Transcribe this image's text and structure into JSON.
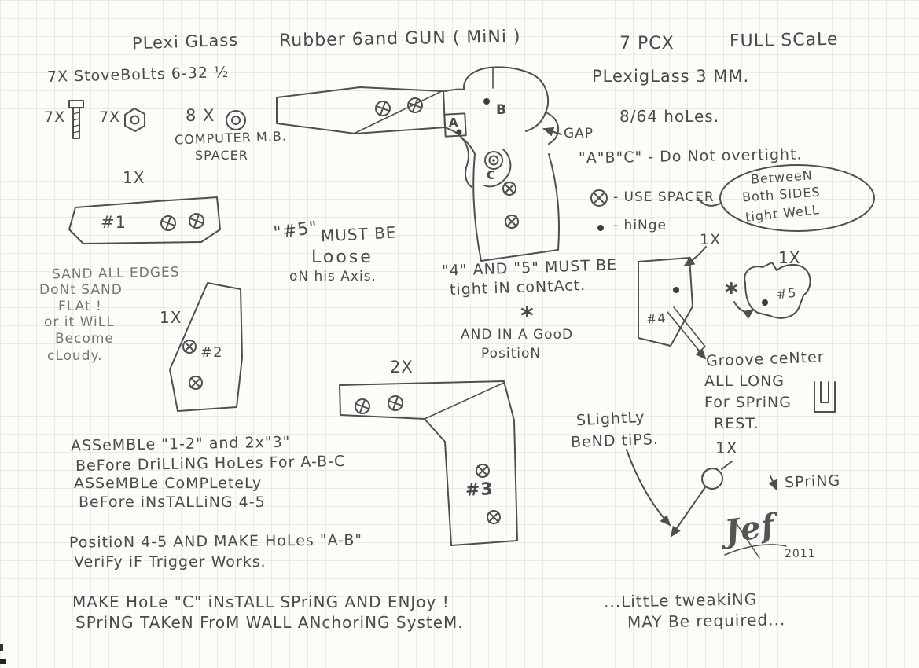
{
  "header": {
    "material": "PLexi GLass",
    "title": "Rubber 6and GUN ( MiNi )",
    "count": "7 PCX",
    "scale": "FULL SCaLe"
  },
  "parts_list": {
    "stove_bolts": "7X StoveBoLts 6-32 ½",
    "bolt_qty": "7X",
    "nut_qty": "7X",
    "spacer_qty": "8 X",
    "spacer_name_line1": "COMPUTER M.B.",
    "spacer_name_line2": "SPACER"
  },
  "specs": {
    "plexiglass": "PLexigLass  3 MM.",
    "holes": "8/64  hoLes.",
    "overtight": "\"A\"B\"C\" - Do Not overtight.",
    "spacer_legend": "- USE SPACER",
    "hinge_legend": "- hiNge",
    "cloud_line1": "BetweeN",
    "cloud_line2": "Both SIDES",
    "cloud_line3": "tight WeLL"
  },
  "piece1": {
    "qty": "1X",
    "label": "#1"
  },
  "piece2": {
    "qty": "1X",
    "label": "#2"
  },
  "piece3": {
    "qty": "2X",
    "label": "#3"
  },
  "piece4": {
    "qty": "1X",
    "label": "#4",
    "star": "*"
  },
  "piece5": {
    "qty": "1X",
    "label": "#5"
  },
  "gun": {
    "label_a": "A",
    "label_b": "B",
    "label_c": "C",
    "gap": "GAP"
  },
  "sand_note": {
    "line1": "SAND ALL EDGES",
    "line2": "DoNt SAND",
    "line3": "FLAt !",
    "line4": "or it WiLL",
    "line5": "Become",
    "line6": "cLoudy."
  },
  "loose_note": {
    "part": "\"#5\"",
    "line1": "MUST  BE",
    "line2": "Loose",
    "line3": "oN his Axis."
  },
  "tight_note": {
    "line1": "\"4\" AND \"5\" MUST BE",
    "line2": "tight iN coNtAct.",
    "star": "*",
    "line3": "AND IN A GooD",
    "line4": "PositioN"
  },
  "groove_note": {
    "line1": "Groove ceNter",
    "line2": "ALL LONG",
    "line3": "For SPriNG",
    "line4": "REST."
  },
  "bend_note": {
    "line1": "SLightLy",
    "line2": "BeND tiPS."
  },
  "spring": {
    "qty": "1X",
    "label": "SPriNG"
  },
  "signature": {
    "name": "Jef",
    "year": "2011"
  },
  "assembly": {
    "line1": "ASSeMBLe \"1-2\" and 2x\"3\"",
    "line2": "BeFore DriLLiNG HoLes For A-B-C",
    "line3": "ASSeMBLe CoMPLeteLy",
    "line4": "BeFore iNsTALLiNG  4-5",
    "line5": "PositioN 4-5 AND MAKE HoLes \"A-B\"",
    "line6": "VeriFy  iF Trigger Works.",
    "line7": "MAKE HoLe \"C\" iNsTALL SPriNG AND ENJoy !",
    "line8": "SPriNG TAKeN FroM WALL ANchoriNG SysteM.",
    "tweak1": "...LittLe tweakiNG",
    "tweak2": "MAY Be required..."
  }
}
